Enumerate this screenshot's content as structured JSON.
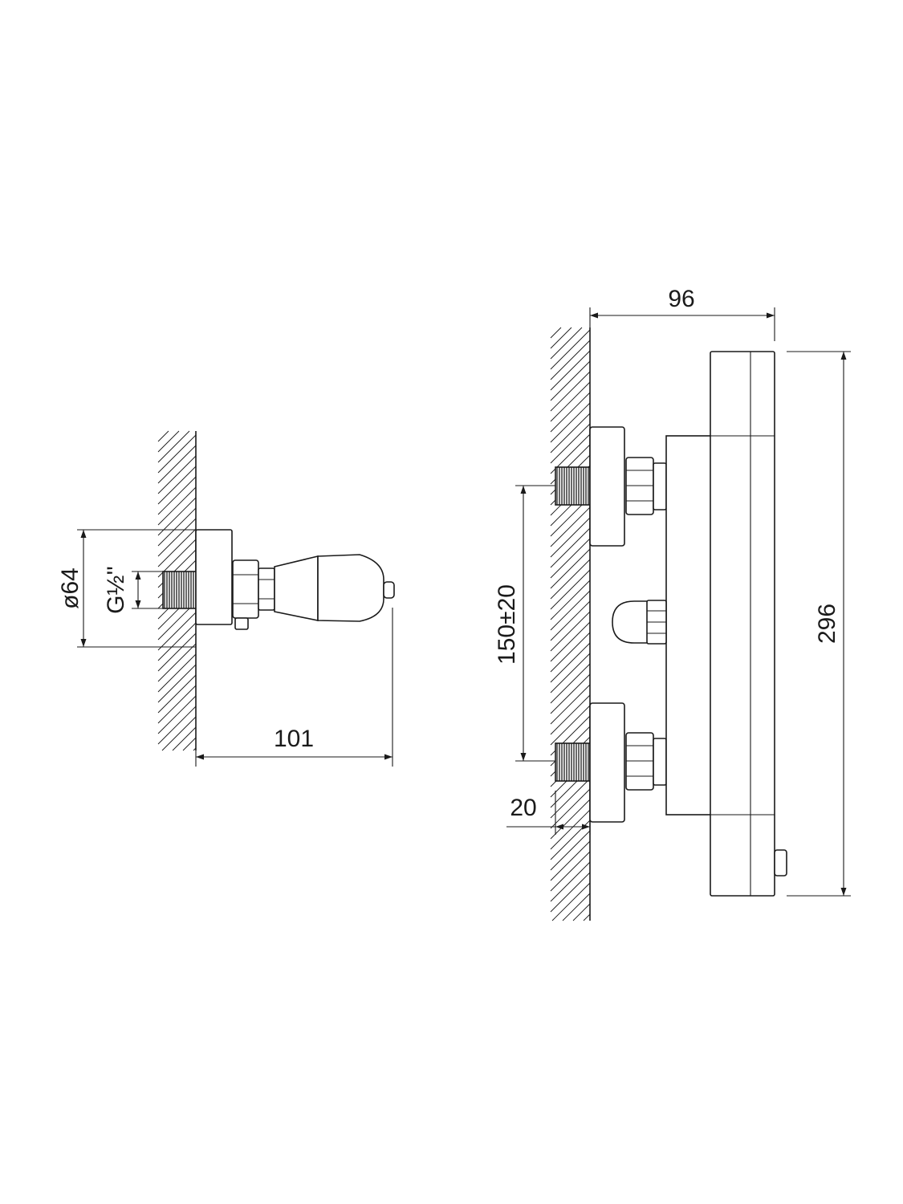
{
  "colors": {
    "line": "#1a1a1a",
    "background": "#ffffff"
  },
  "side_view": {
    "diameter_label": "ø64",
    "thread_label": "G½''",
    "depth_label": "101"
  },
  "front_view": {
    "width_label": "96",
    "height_label": "296",
    "spacing_label": "150±20",
    "offset_label": "20"
  }
}
